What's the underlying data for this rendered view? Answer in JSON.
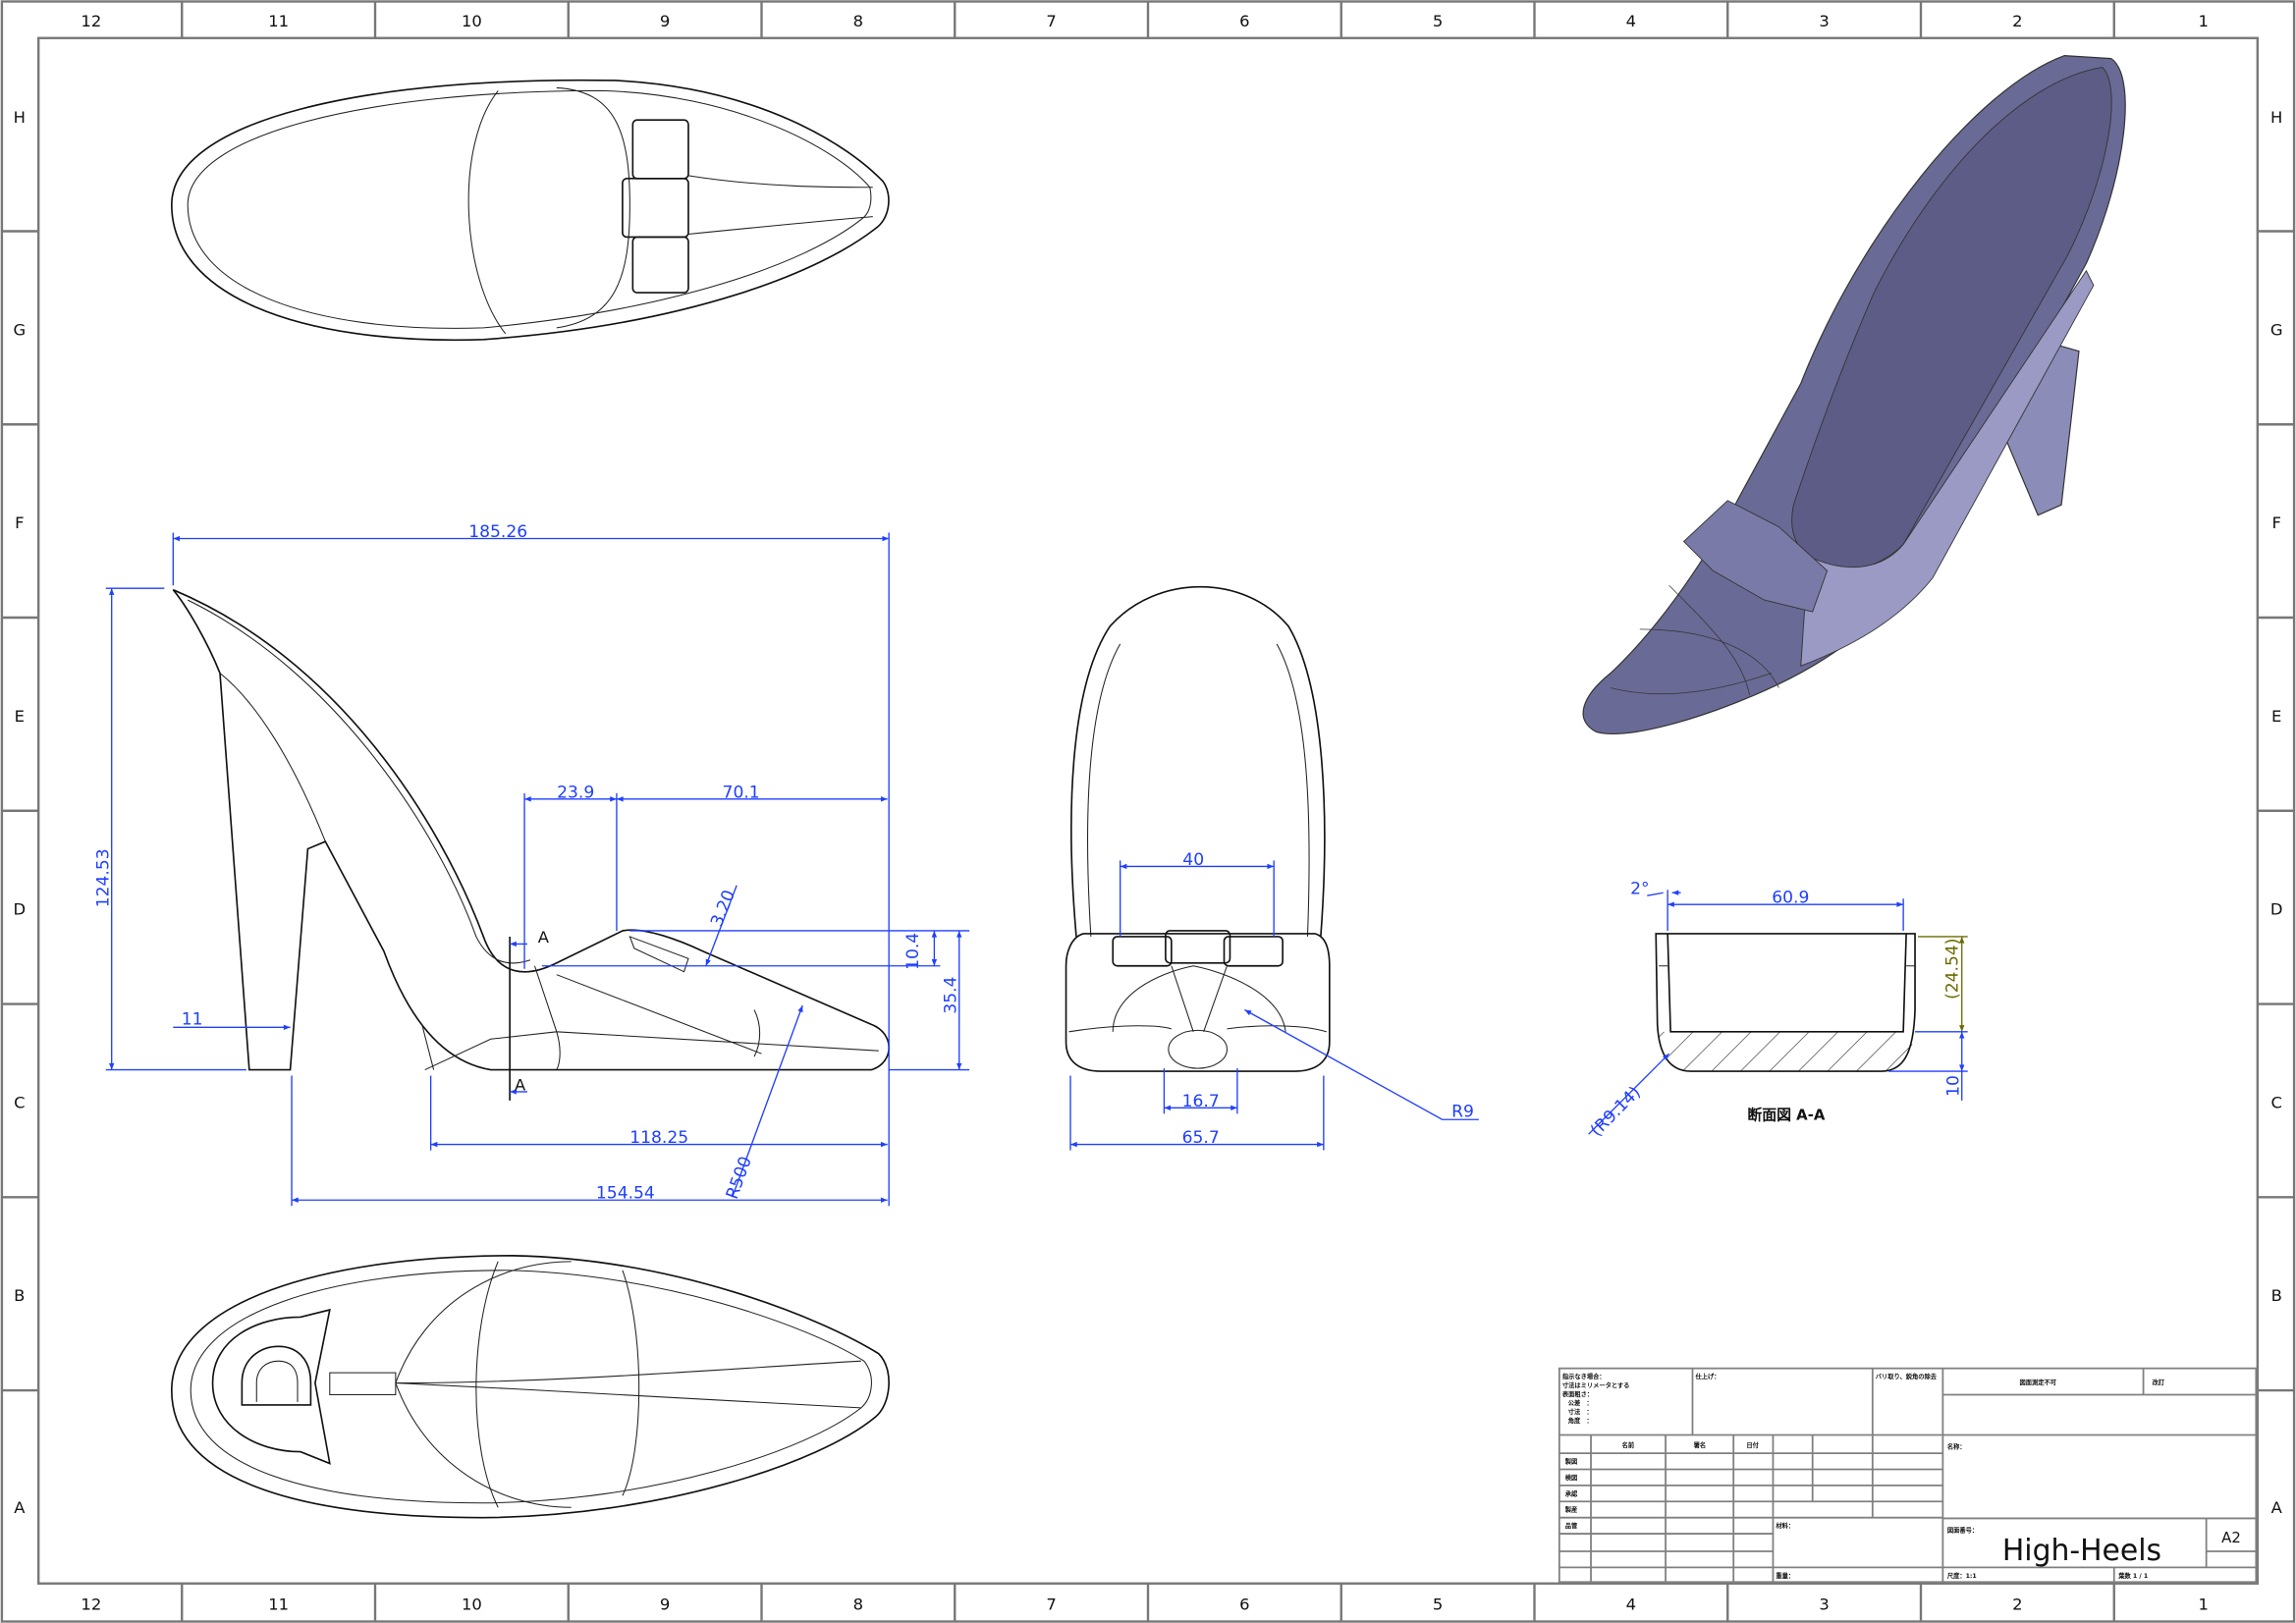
{
  "border": {
    "columns": [
      "12",
      "11",
      "10",
      "9",
      "8",
      "7",
      "6",
      "5",
      "4",
      "3",
      "2",
      "1"
    ],
    "rows": [
      "H",
      "G",
      "F",
      "E",
      "D",
      "C",
      "B",
      "A"
    ]
  },
  "dimensions": {
    "overall_length": "185.26",
    "overall_height": "124.53",
    "heel_tip": "11",
    "vamp_offset": "23.9",
    "vamp_length": "70.1",
    "bow_thickness": "3.20",
    "bow_height": "10.4",
    "toe_height": "35.4",
    "sole_length": "118.25",
    "heel_to_toe": "154.54",
    "sole_radius": "R500",
    "front_bow_width": "40",
    "front_toe_width": "16.7",
    "front_width": "65.7",
    "front_radius": "R9",
    "section_width": "60.9",
    "section_angle": "2°",
    "section_depth": "(24.54)",
    "section_sole": "10",
    "section_radius": "(R9.14)",
    "section_marker": "A"
  },
  "section_label": "断面図 A-A",
  "colors": {
    "dimension": "#1f3fff",
    "reference_dimension": "#6b6b00",
    "shaded_model": "#5e5e8a"
  },
  "title_block": {
    "notes": [
      "指示なき場合：",
      "寸法はミリメータとする",
      "表面粗さ：",
      "公差　：",
      "寸法　：",
      "角度　："
    ],
    "finish": "仕上げ：",
    "deburr": "バリ取り、鋭角の除去",
    "do_not_scale": "図面測定不可",
    "revision": "改訂",
    "headers": [
      "名前",
      "署名",
      "日付"
    ],
    "roles": [
      "製図",
      "検図",
      "承認",
      "製産",
      "品管"
    ],
    "name_label": "名称：",
    "material_label": "材料：",
    "weight_label": "重量：",
    "drawing_number_label": "図面番号：",
    "drawing_number": "High-Heels",
    "sheet_size": "A2",
    "scale": "尺度：1:1",
    "sheet_count": "葉数 1 / 1"
  }
}
